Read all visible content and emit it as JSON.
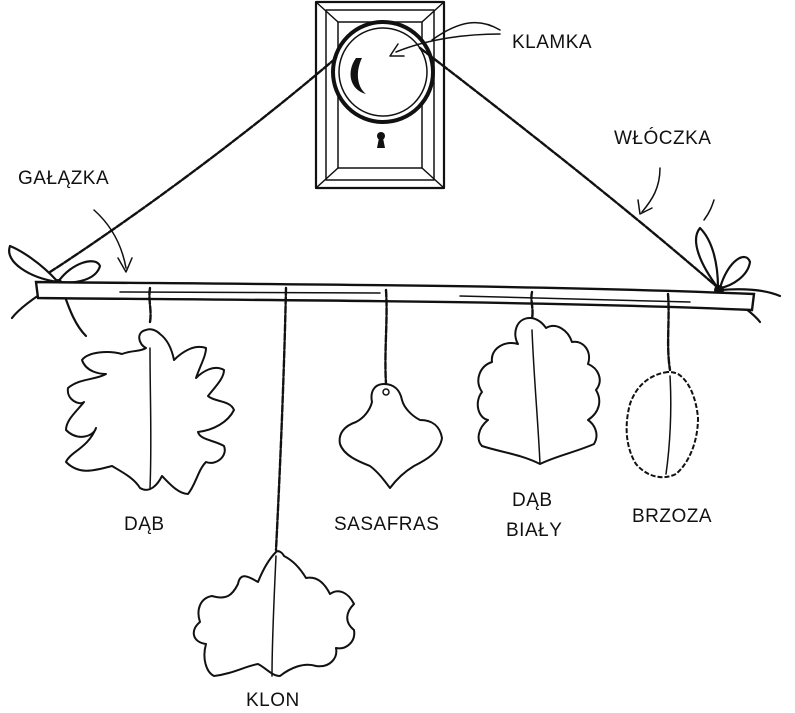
{
  "labels": {
    "klamka": "KLAMKA",
    "wloczka": "WŁÓCZKA",
    "galazka": "GAŁĄZKA",
    "leaves": {
      "dab": "DĄB",
      "klon": "KLON",
      "sasafras": "SASAFRAS",
      "dab_bialy_1": "DĄB",
      "dab_bialy_2": "BIAŁY",
      "brzoza": "BRZOZA"
    }
  },
  "colors": {
    "ink": "#111111",
    "paper": "#ffffff"
  }
}
